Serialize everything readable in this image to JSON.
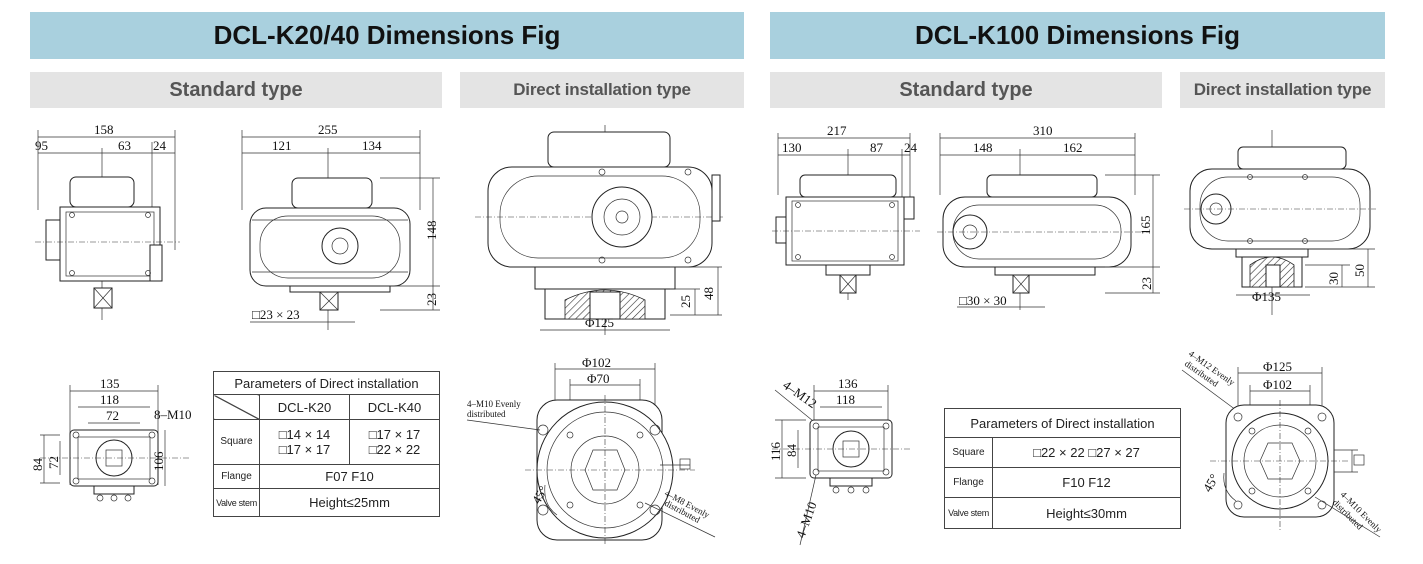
{
  "left": {
    "title": "DCL-K20/40 Dimensions Fig",
    "standard_label": "Standard type",
    "direct_label": "Direct installation type",
    "dims": {
      "d158": "158",
      "d95": "95",
      "d63": "63",
      "d24": "24",
      "d255": "255",
      "d121": "121",
      "d134": "134",
      "d148": "148",
      "d23": "23",
      "sq": "□23 × 23",
      "d25": "25",
      "d48": "48",
      "phi125": "Φ125",
      "d135": "135",
      "d118": "118",
      "d72w": "72",
      "m10": "8–M10",
      "d84": "84",
      "d72h": "72",
      "d106": "106",
      "phi102": "Φ102",
      "phi70": "Φ70",
      "m10note1": "4–M10 Evenly",
      "m10note2": "distributed",
      "m8note1": "4–M8 Evenly",
      "m8note2": "distributed",
      "angle": "45°",
      "square": "□"
    },
    "table": {
      "title": "Parameters of Direct installation",
      "col1": "DCL-K20",
      "col2": "DCL-K40",
      "square_label": "Square",
      "sq_k20_a": "□14 × 14",
      "sq_k20_b": "□17 × 17",
      "sq_k40_a": "□17 × 17",
      "sq_k40_b": "□22 × 22",
      "flange_label": "Flange",
      "flange_value": "F07    F10",
      "stem_label": "Valve stem",
      "stem_value": "Height≤25mm"
    }
  },
  "right": {
    "title": "DCL-K100 Dimensions Fig",
    "standard_label": "Standard type",
    "direct_label": "Direct installation type",
    "dims": {
      "d217": "217",
      "d130": "130",
      "d87": "87",
      "d24": "24",
      "d310": "310",
      "d148": "148",
      "d162": "162",
      "d165": "165",
      "d23": "23",
      "sq": "□30 × 30",
      "d30": "30",
      "d50": "50",
      "phi135": "Φ135",
      "d136": "136",
      "d118": "118",
      "m12": "4–M12",
      "m10": "4–M10",
      "d116": "116",
      "d84": "84",
      "phi125": "Φ125",
      "phi102": "Φ102",
      "m12note1": "4–M12 Evenly",
      "m12note2": "distributed",
      "m10note1": "4–M10 Evenly",
      "m10note2": "distributed",
      "angle": "45°",
      "square": "□"
    },
    "table": {
      "title": "Parameters of Direct installation",
      "square_label": "Square",
      "square_value": "□22 × 22 □27 × 27",
      "flange_label": "Flange",
      "flange_value": "F10    F12",
      "stem_label": "Valve stem",
      "stem_value": "Height≤30mm"
    }
  },
  "colors": {
    "banner": "#a9d0de",
    "subheader": "#e4e4e4"
  }
}
